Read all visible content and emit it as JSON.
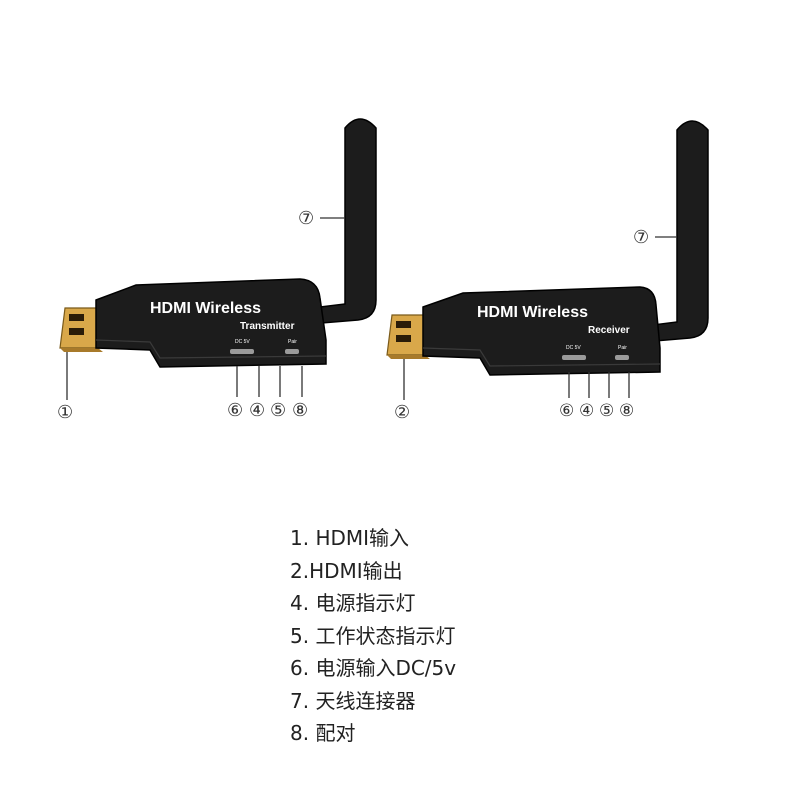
{
  "devices": {
    "transmitter": {
      "title": "HDMI Wireless",
      "subtitle": "Transmitter",
      "port_dc": "DC 5V",
      "port_pair": "Pair",
      "connector_callout": "①",
      "antenna_callout": "⑦",
      "bottom_callouts": [
        "⑥",
        "④",
        "⑤",
        "⑧"
      ]
    },
    "receiver": {
      "title": "HDMI Wireless",
      "subtitle": "Receiver",
      "port_dc": "DC 5V",
      "port_pair": "Pair",
      "connector_callout": "②",
      "antenna_callout": "⑦",
      "bottom_callouts": [
        "⑥",
        "④",
        "⑤",
        "⑧"
      ]
    }
  },
  "legend": [
    "1. HDMI输入",
    "2.HDMI输出",
    "4. 电源指示灯",
    "5. 工作状态指示灯",
    "6. 电源输入DC/5v",
    "7. 天线连接器",
    "8. 配对"
  ],
  "colors": {
    "body": "#1c1c1c",
    "gold": "#d9a84a",
    "line": "#333333"
  }
}
